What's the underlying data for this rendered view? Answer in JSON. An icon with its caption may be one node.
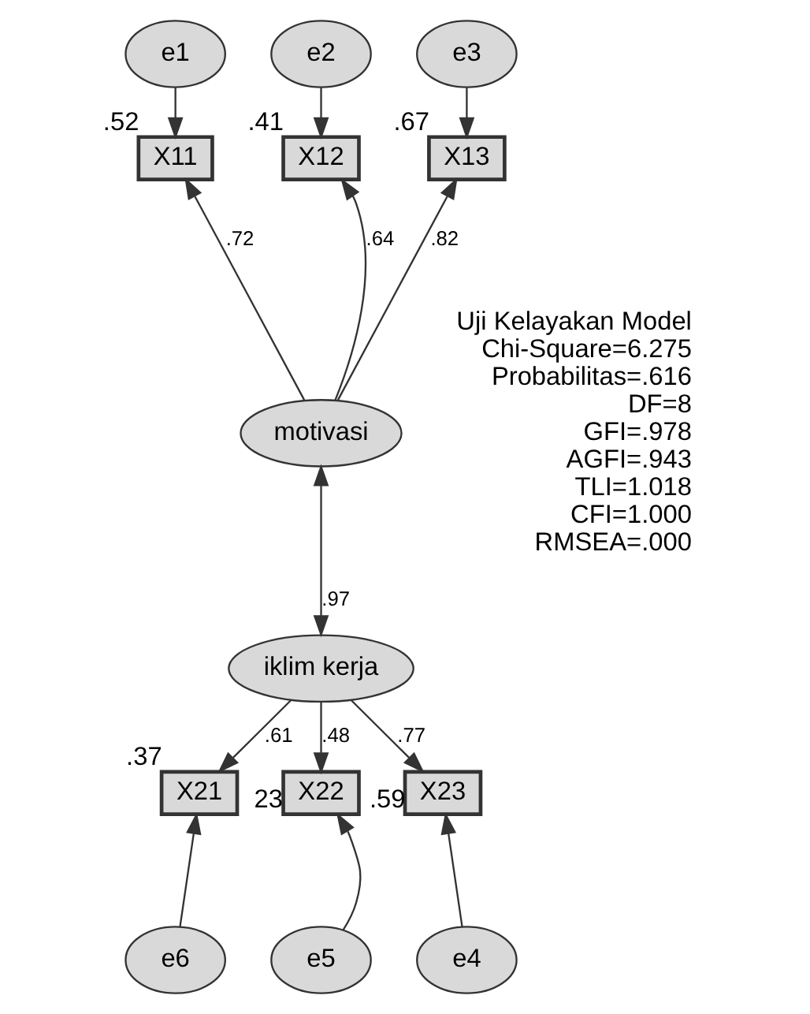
{
  "diagram": {
    "nodes": [
      {
        "text": [
          "e1"
        ]
      },
      {
        "text": [
          "e2"
        ]
      },
      {
        "text": [
          "e3"
        ]
      },
      {
        "text": [
          "X11"
        ],
        "beside": [
          ".52"
        ]
      },
      {
        "text": [
          "X12"
        ],
        "beside": [
          ".41"
        ]
      },
      {
        "text": [
          "X13"
        ],
        "beside": [
          ".67"
        ]
      },
      {
        "text": [
          "motivasi"
        ]
      },
      {
        "text": [
          "iklim kerja"
        ]
      },
      {
        "text": [
          "X21"
        ],
        "beside": [
          ".37"
        ]
      },
      {
        "text": [
          "X22"
        ],
        "beside": [
          "23"
        ]
      },
      {
        "text": [
          "X23"
        ],
        "beside": [
          ".59"
        ]
      },
      {
        "text": [
          "e6"
        ]
      },
      {
        "text": [
          "e5"
        ]
      },
      {
        "text": [
          "e4"
        ]
      }
    ],
    "edges": [
      {
        "from": 0,
        "to": 3,
        "arrow": "to"
      },
      {
        "from": 1,
        "to": 4,
        "arrow": "to"
      },
      {
        "from": 2,
        "to": 5,
        "arrow": "to"
      },
      {
        "from": 6,
        "to": 3,
        "arrow": "to",
        "label": ".72"
      },
      {
        "from": 6,
        "to": 4,
        "arrow": "to",
        "label": ".64"
      },
      {
        "from": 6,
        "to": 5,
        "arrow": "to",
        "label": ".82"
      },
      {
        "from": 6,
        "to": 7,
        "arrow": "both",
        "label": ".97"
      },
      {
        "from": 7,
        "to": 8,
        "arrow": "to",
        "label": ".61"
      },
      {
        "from": 7,
        "to": 9,
        "arrow": "to",
        "label": ".48"
      },
      {
        "from": 7,
        "to": 10,
        "arrow": "to",
        "label": ".77"
      },
      {
        "from": 11,
        "to": 8,
        "arrow": "to"
      },
      {
        "from": 12,
        "to": 9,
        "arrow": "to"
      },
      {
        "from": 13,
        "to": 10,
        "arrow": "to"
      }
    ],
    "labels": [
      "Uji Kelayakan Model",
      "Chi-Square=6.275",
      "Probabilitas=.616",
      "DF=8",
      "GFI=.978",
      "AGFI=.943",
      "TLI=1.018",
      "CFI=1.000",
      "RMSEA=.000"
    ]
  }
}
